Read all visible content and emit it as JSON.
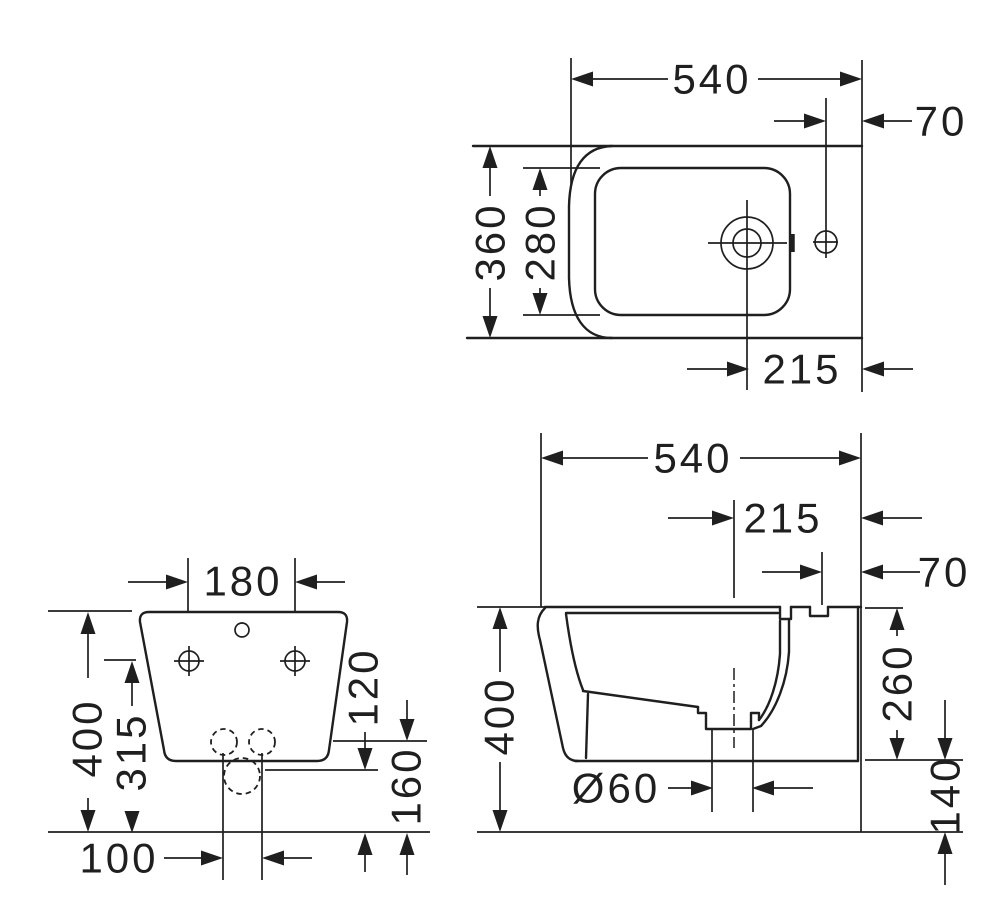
{
  "drawing": {
    "type": "technical-dimension-drawing",
    "subject": "wall-hung bidet, three orthographic views with dimensions in mm",
    "colors": {
      "background": "#ffffff",
      "line": "#1f1f1f"
    },
    "views": {
      "plan": {
        "name": "top view",
        "width": "540",
        "tap_hole_to_wall": "70",
        "depth": "360",
        "basin_width": "280",
        "drain_to_wall": "215"
      },
      "rear": {
        "name": "rear view",
        "fixing_hole_spacing": "180",
        "overall_height": "400",
        "fixing_hole_height": "315",
        "lower_outlet_height": "120",
        "outlet_height": "160",
        "outlet_spacing": "100"
      },
      "side": {
        "name": "side section view",
        "length": "540",
        "drain_to_wall": "215",
        "tap_hole_to_wall": "70",
        "overall_height": "400",
        "body_height": "260",
        "underside_clearance": "140",
        "drain_diameter": "Ø60"
      }
    }
  }
}
